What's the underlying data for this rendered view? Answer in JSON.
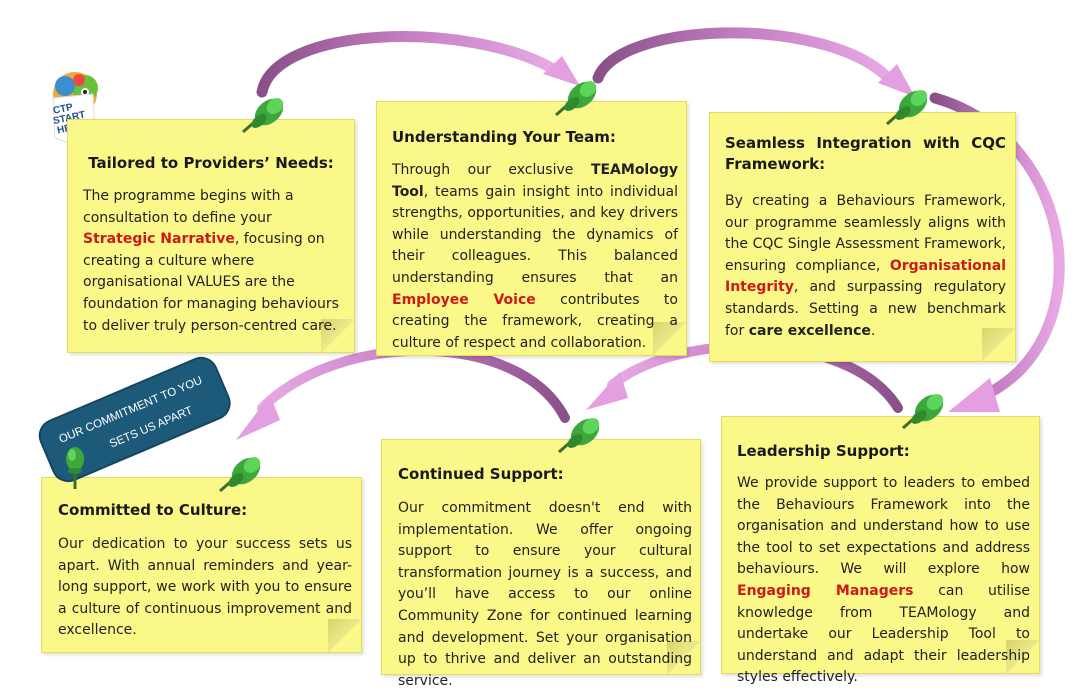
{
  "logo": {
    "line1": "CTP",
    "line2": "START",
    "line3": "HERE"
  },
  "badge": {
    "line1": "OUR COMMITMENT TO YOU",
    "line2": "SETS US APART"
  },
  "cards": [
    {
      "title": "Tailored to Providers’ Needs:",
      "body": [
        {
          "t": "The programme begins with a consultation to define your "
        },
        {
          "t": "Strategic Narrative",
          "s": "red"
        },
        {
          "t": ", focusing on creating a culture where organisational VALUES are the foundation for managing behaviours to deliver truly person-centred care."
        }
      ]
    },
    {
      "title": "Understanding Your Team:",
      "body": [
        {
          "t": "Through our exclusive "
        },
        {
          "t": "TEAMology Tool",
          "s": "bold"
        },
        {
          "t": ", teams gain insight into individual strengths, opportunities, and key drivers while understanding the dynamics of their colleagues. This balanced understanding ensures that an "
        },
        {
          "t": "Employee Voice",
          "s": "red"
        },
        {
          "t": " contributes to creating the framework, creating a culture of respect and collaboration."
        }
      ]
    },
    {
      "title": "Seamless Integration with CQC Framework:",
      "body": [
        {
          "t": "By creating a Behaviours Framework, our programme seamlessly aligns with the CQC Single Assessment Framework, ensuring compliance, "
        },
        {
          "t": "Organisational Integrity",
          "s": "red"
        },
        {
          "t": ", and surpassing regulatory standards. Setting a new benchmark for "
        },
        {
          "t": "care excellence",
          "s": "bold"
        },
        {
          "t": "."
        }
      ]
    },
    {
      "title": "Committed to Culture:",
      "body": [
        {
          "t": "Our dedication to your success sets us apart. With annual reminders and year-long support, we work with you to ensure a culture of continuous improvement and excellence."
        }
      ]
    },
    {
      "title": "Continued Support:",
      "body": [
        {
          "t": "Our commitment doesn't end with implementation. We offer ongoing support to ensure your cultural transformation journey is a success, and you’ll have access to our online Community Zone for continued learning and development. Set your organisation up to thrive and deliver an outstanding service."
        }
      ]
    },
    {
      "title": "Leadership Support:",
      "body": [
        {
          "t": "We provide support to leaders to embed the Behaviours Framework into the organisation and understand how to use the tool to set expectations and address behaviours. We will explore how "
        },
        {
          "t": "Engaging Managers",
          "s": "red"
        },
        {
          "t": " can utilise knowledge from TEAMology and undertake our Leadership Tool to understand and adapt their leadership styles effectively."
        }
      ]
    }
  ],
  "colors": {
    "note": "#fbf88a",
    "accent_red": "#cc1a1a",
    "arrow": "#d98fd6",
    "pin": "#3ca83c",
    "badge": "#1d5a7a"
  }
}
